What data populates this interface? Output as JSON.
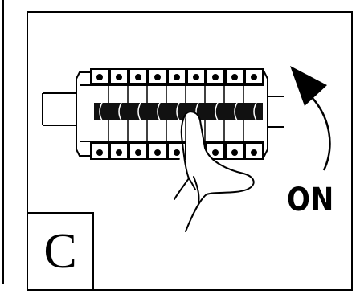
{
  "instruction": {
    "step_letter": "C",
    "action_label": "ON"
  },
  "breaker": {
    "module_count": 9,
    "state_after": "on"
  },
  "colors": {
    "line": "#000000",
    "background": "#ffffff"
  },
  "icons": [
    "circuit-breaker-icon",
    "hand-icon",
    "curved-arrow-icon"
  ]
}
